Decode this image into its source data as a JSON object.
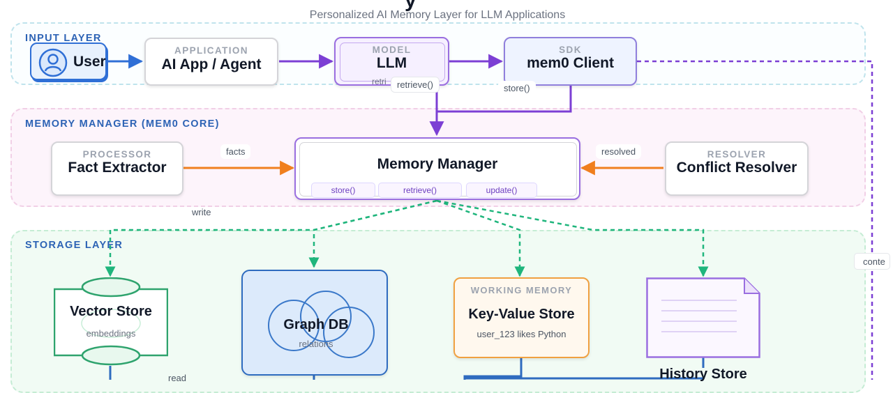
{
  "header": {
    "title": "y",
    "subtitle": "Personalized AI Memory Layer for LLM Applications"
  },
  "layers": {
    "input": "INPUT LAYER",
    "memory_manager": "MEMORY MANAGER (MEM0 CORE)",
    "storage": "STORAGE LAYER"
  },
  "nodes": {
    "user": {
      "label": "User"
    },
    "app": {
      "kicker": "APPLICATION",
      "label": "AI App / Agent"
    },
    "llm": {
      "kicker": "MODEL",
      "label": "LLM",
      "sub": "retri"
    },
    "sdk": {
      "kicker": "SDK",
      "label": "mem0 Client"
    },
    "processor": {
      "kicker": "PROCESSOR",
      "label": "Fact Extractor"
    },
    "manager": {
      "label": "Memory Manager",
      "methods": [
        "store()",
        "retrieve()",
        "update()"
      ]
    },
    "resolver": {
      "kicker": "RESOLVER",
      "label": "Conflict Resolver"
    },
    "vector": {
      "label": "Vector Store",
      "sub": "embeddings"
    },
    "graph": {
      "label": "Graph DB",
      "sub": "relations"
    },
    "kv": {
      "kicker": "WORKING MEMORY",
      "label": "Key-Value Store",
      "sub": "user_123 likes Python"
    },
    "history": {
      "label": "History Store"
    }
  },
  "edges": {
    "retrieve": "retrieve()",
    "store": "store()",
    "facts": "facts",
    "resolved": "resolved",
    "write": "write",
    "read": "read",
    "context": "conte"
  },
  "colors": {
    "blue": "#2f6fd6",
    "purple": "#7c3fd4",
    "orange": "#f07f1e",
    "green": "#1fb57c",
    "storage_blue": "#2e6bbf"
  }
}
